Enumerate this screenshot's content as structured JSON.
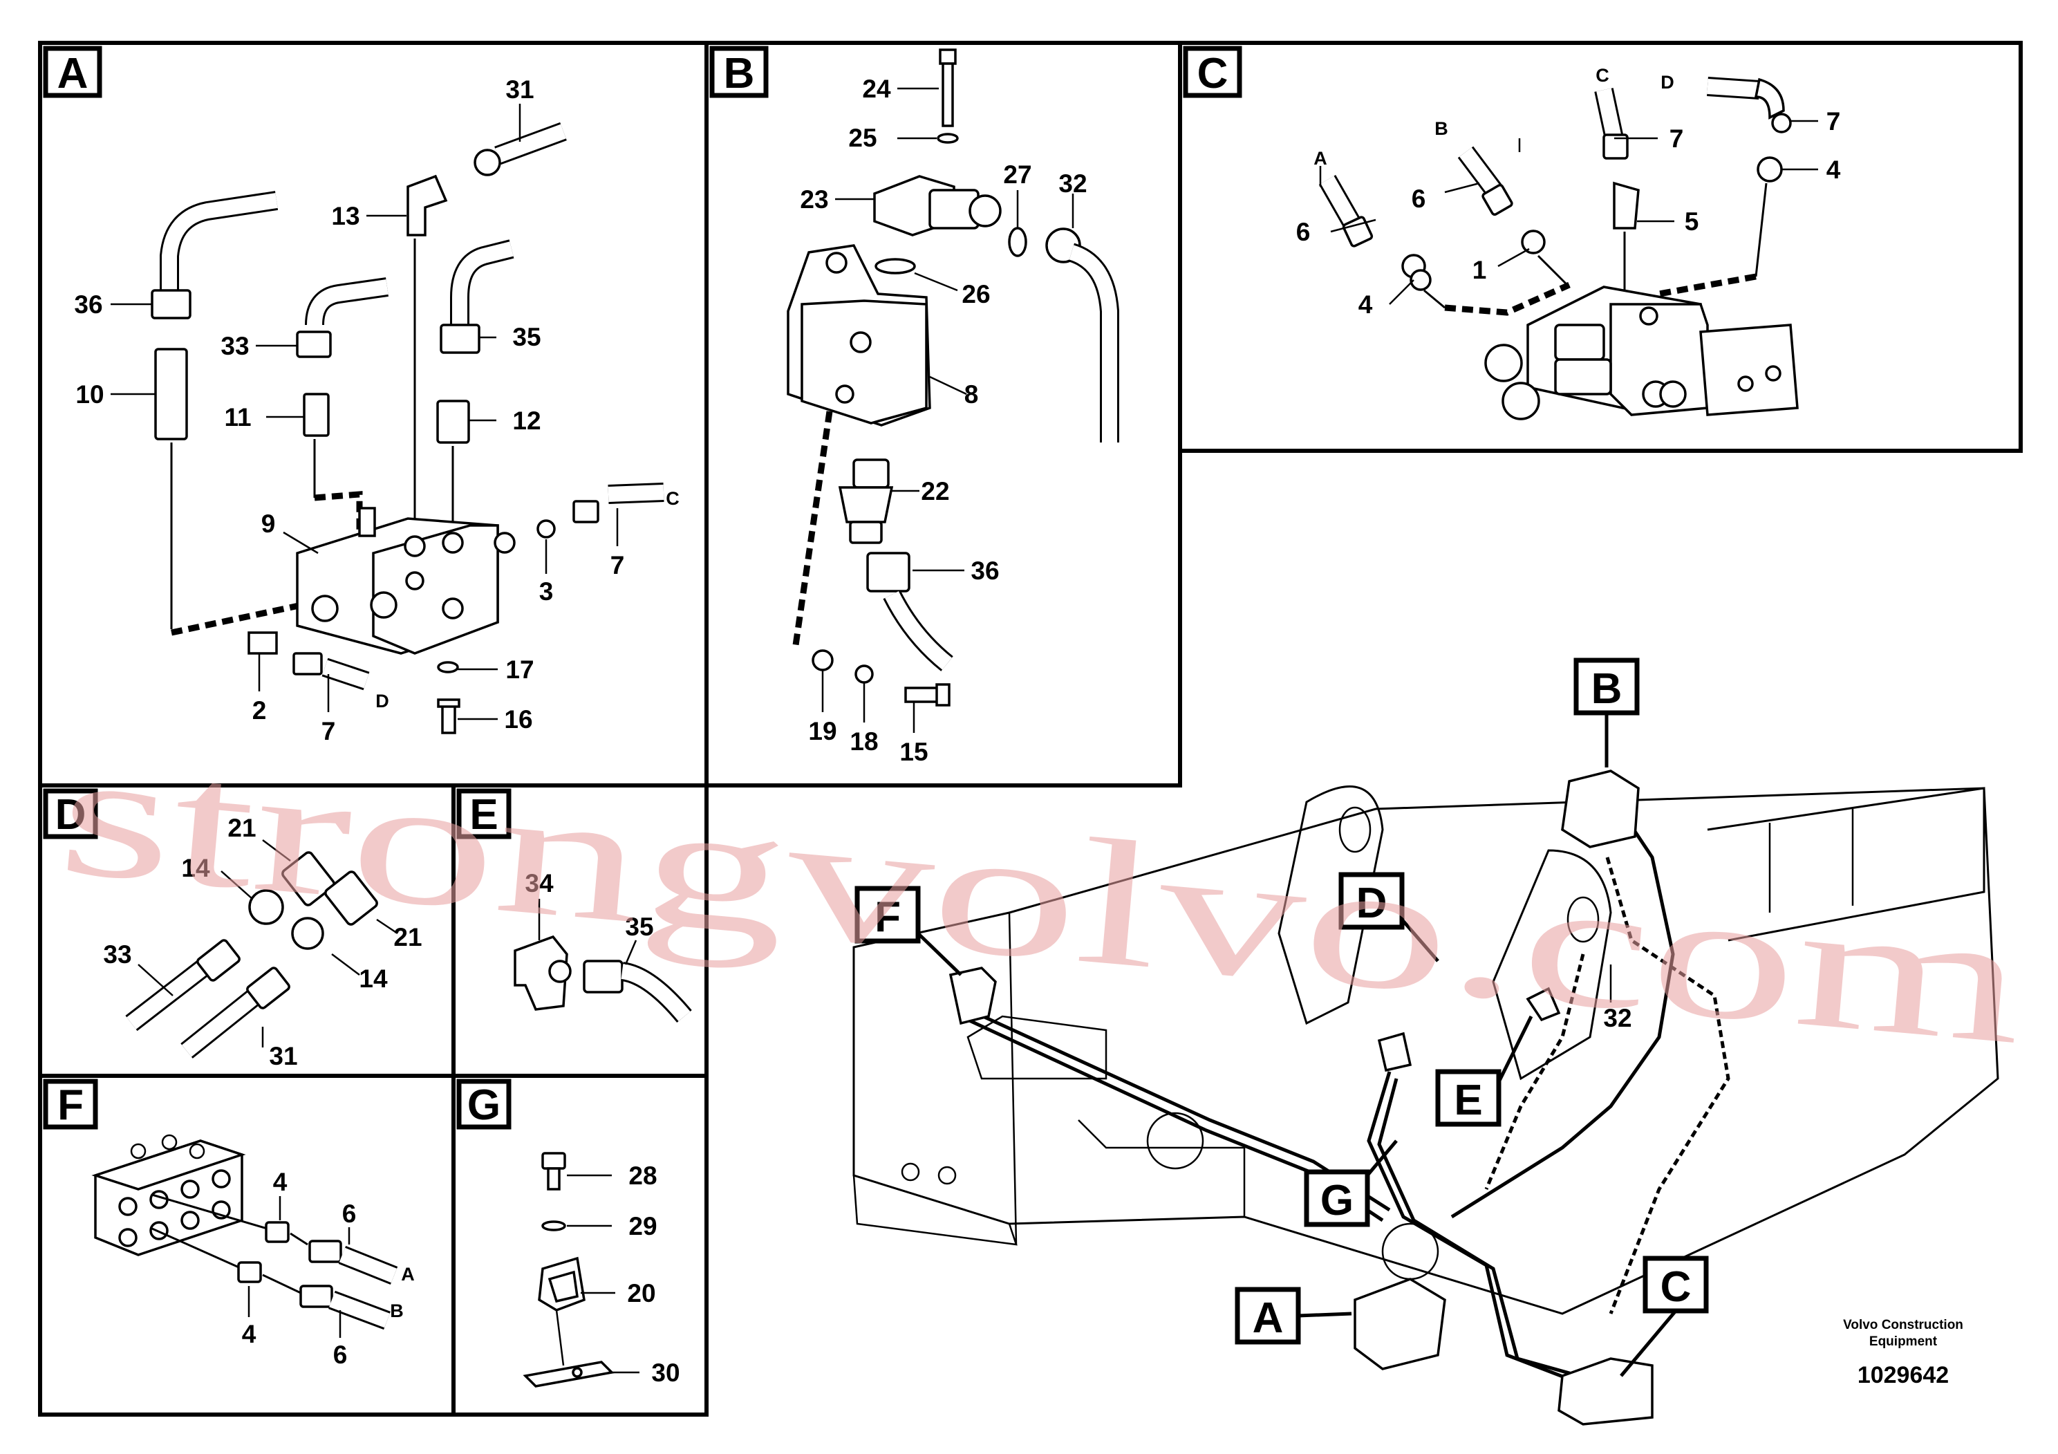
{
  "panels": {
    "A": {
      "badge": "A",
      "callouts": [
        {
          "id": "31",
          "text": "31"
        },
        {
          "id": "36",
          "text": "36"
        },
        {
          "id": "13",
          "text": "13"
        },
        {
          "id": "33",
          "text": "33"
        },
        {
          "id": "35",
          "text": "35"
        },
        {
          "id": "10",
          "text": "10"
        },
        {
          "id": "11",
          "text": "11"
        },
        {
          "id": "12",
          "text": "12"
        },
        {
          "id": "9",
          "text": "9"
        },
        {
          "id": "3",
          "text": "3"
        },
        {
          "id": "7a",
          "text": "7"
        },
        {
          "id": "17",
          "text": "17"
        },
        {
          "id": "16",
          "text": "16"
        },
        {
          "id": "2",
          "text": "2"
        },
        {
          "id": "7b",
          "text": "7"
        }
      ],
      "letters": [
        "C",
        "D"
      ]
    },
    "B": {
      "badge": "B",
      "callouts": [
        "24",
        "25",
        "23",
        "27",
        "32",
        "26",
        "8",
        "22",
        "36",
        "19",
        "18",
        "15"
      ]
    },
    "C": {
      "badge": "C",
      "callouts": [
        "7",
        "6",
        "4",
        "6",
        "1",
        "4",
        "7",
        "5"
      ],
      "letters": [
        "A",
        "B",
        "C",
        "D"
      ]
    },
    "D": {
      "badge": "D",
      "callouts": [
        "21",
        "14",
        "21",
        "33",
        "14",
        "31"
      ]
    },
    "E": {
      "badge": "E",
      "callouts": [
        "34",
        "35"
      ]
    },
    "F": {
      "badge": "F",
      "callouts": [
        "4",
        "6",
        "4",
        "6"
      ],
      "letters": [
        "A",
        "B"
      ]
    },
    "G": {
      "badge": "G",
      "callouts": [
        "28",
        "29",
        "20",
        "30"
      ]
    }
  },
  "overview": {
    "badges": [
      "B",
      "D",
      "F",
      "E",
      "G",
      "A",
      "C"
    ],
    "callouts": [
      "32"
    ]
  },
  "footer": {
    "company_line1": "Volvo Construction",
    "company_line2": "Equipment",
    "drawing_number": "1029642"
  },
  "watermark": "strongvolvo.com"
}
